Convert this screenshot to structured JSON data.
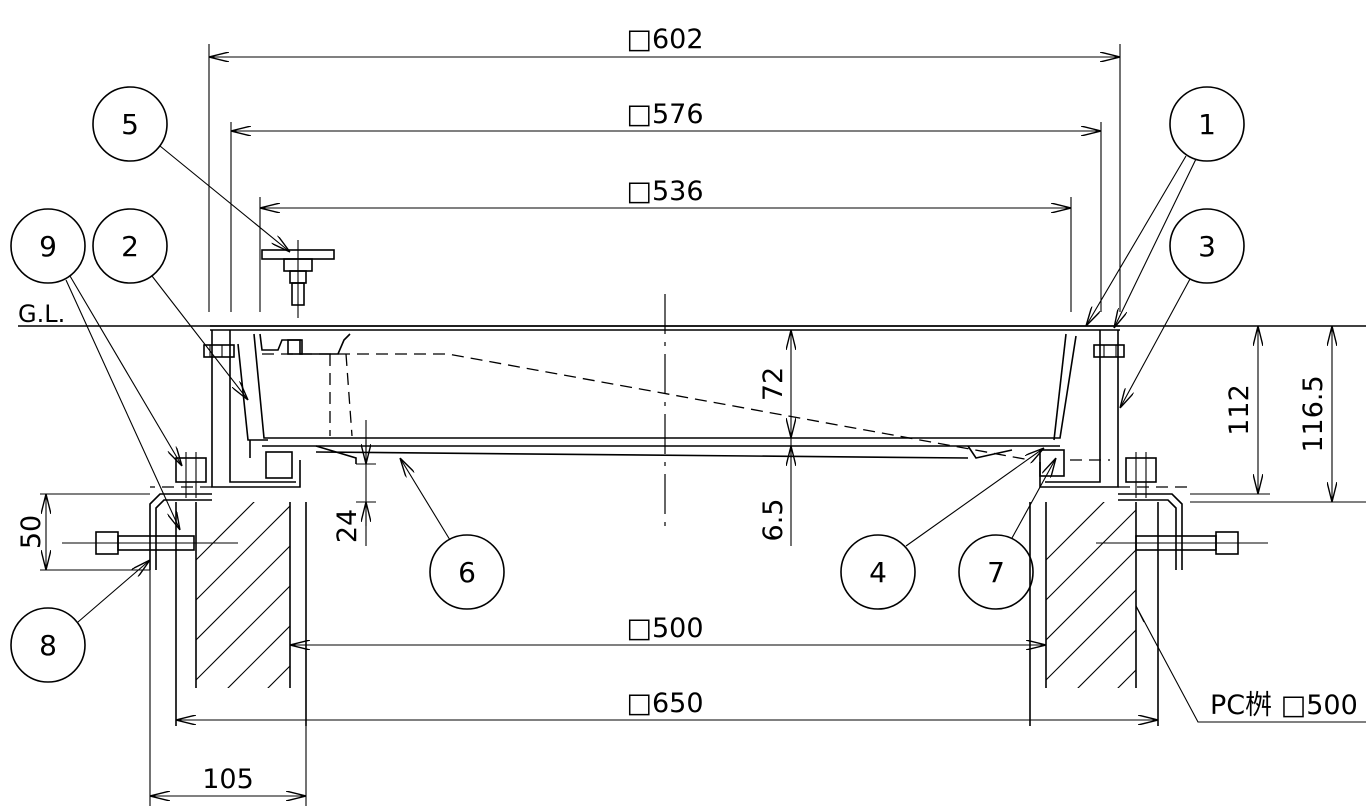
{
  "dimensions": {
    "outer_top": "□602",
    "frame_width": "□576",
    "cover_width": "□536",
    "opening": "□500",
    "base_width": "□650",
    "side_offset": "105",
    "depth_72": "72",
    "gap_65": "6.5",
    "lip_24": "24",
    "anchor_50": "50",
    "height_112": "112",
    "height_1165": "116.5"
  },
  "labels": {
    "ground_level": "G.L.",
    "pc_box": "PC桝 □500"
  },
  "balloons": [
    "1",
    "2",
    "3",
    "4",
    "5",
    "6",
    "7",
    "8",
    "9"
  ]
}
